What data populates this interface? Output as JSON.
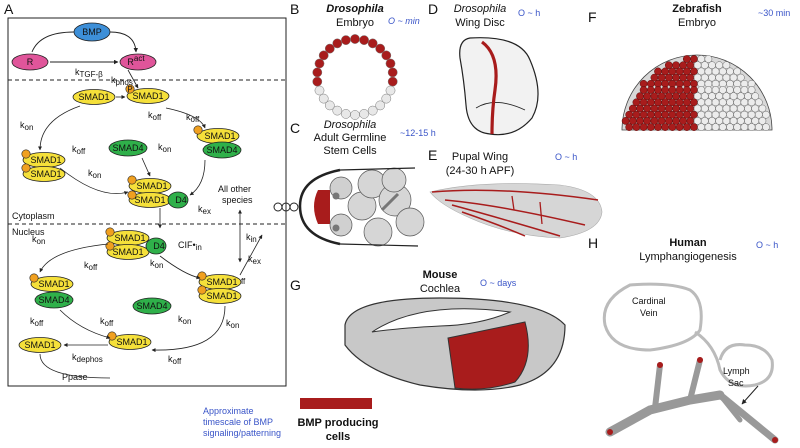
{
  "colors": {
    "bmp_red": "#a81c1c",
    "grey_fill": "#c8c8c8",
    "smad1_yellow": "#f5e03a",
    "smad4_green": "#2fb04a",
    "receptor_pink": "#e0559a",
    "bmp_blue": "#3d8fd8",
    "timescale_blue": "#3a55c8"
  },
  "panels": {
    "A": {
      "letter": "A",
      "bmp": "BMP",
      "receptor": "R",
      "receptor_active": "R",
      "receptor_active_sup": "act",
      "k_tgf": "k",
      "k_tgf_sub": "TGF-β",
      "k_phos": "k",
      "k_phos_sub": "phos",
      "k_dephos": "k",
      "k_dephos_sub": "dephos",
      "k_on": "k",
      "k_on_sub": "on",
      "k_off": "k",
      "k_off_sub": "off",
      "k_ex": "k",
      "k_ex_sub": "ex",
      "k_in": "k",
      "k_in_sub": "in",
      "smad1": "SMAD1",
      "smad4": "SMAD4",
      "phospho": "P",
      "d4_frag": "D4",
      "cytoplasm": "Cytoplasm",
      "nucleus": "Nucleus",
      "all_other": "All other",
      "species": "species",
      "cif": "CIF•",
      "ppase": "Ppase"
    },
    "B": {
      "letter": "B",
      "title": "Drosophila",
      "subtitle": "Embryo",
      "timescale": "O ~ min"
    },
    "C": {
      "letter": "C",
      "title": "Drosophila",
      "line2": "Adult Germline",
      "line3": "Stem Cells",
      "timescale": "~12-15 h"
    },
    "D": {
      "letter": "D",
      "title": "Drosophila",
      "subtitle": "Wing Disc",
      "timescale": "O ~ h"
    },
    "E": {
      "letter": "E",
      "title": "Pupal Wing",
      "subtitle": "(24-30 h APF)",
      "timescale": "O ~ h"
    },
    "F": {
      "letter": "F",
      "title": "Zebrafish",
      "subtitle": "Embryo",
      "timescale": "~30 min"
    },
    "G": {
      "letter": "G",
      "title": "Mouse",
      "subtitle": "Cochlea",
      "timescale": "O ~ days"
    },
    "H": {
      "letter": "H",
      "title": "Human",
      "subtitle": "Lymphangiogenesis",
      "timescale": "O ~ h",
      "cardinal": "Cardinal",
      "vein": "Vein",
      "lymph": "Lymph",
      "sac": "Sac"
    }
  },
  "legend": {
    "timescale_line1": "Approximate",
    "timescale_line2": "timescale of BMP",
    "timescale_line3": "signaling/patterning",
    "producing_line1": "BMP producing",
    "producing_line2": "cells"
  }
}
